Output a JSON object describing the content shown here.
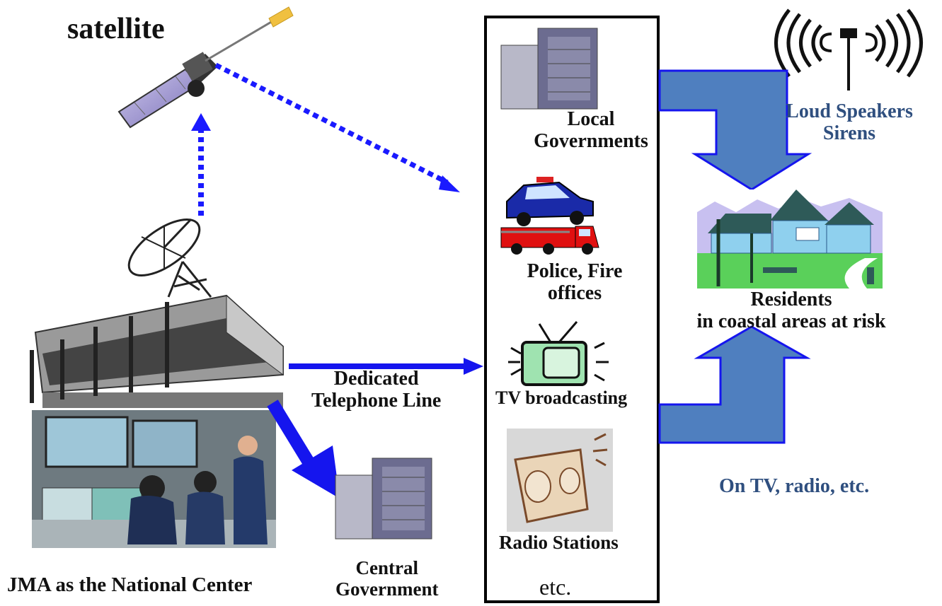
{
  "labels": {
    "satellite": "satellite",
    "jma": "JMA as the National Center",
    "dedicated_line": [
      "Dedicated",
      "Telephone Line"
    ],
    "central_gov": [
      "Central",
      "Government"
    ],
    "local_gov": [
      "Local",
      "Governments"
    ],
    "police_fire": [
      "Police, Fire",
      "offices"
    ],
    "tv": "TV broadcasting",
    "radio": "Radio Stations",
    "etc": "etc.",
    "loud_speakers": [
      "Loud Speakers",
      "Sirens"
    ],
    "residents": [
      "Residents",
      "in coastal areas at risk"
    ],
    "on_tv": "On TV, radio, etc."
  },
  "colors": {
    "dotted_arrow": "#1a1aff",
    "solid_arrow": "#1515ee",
    "big_arrow_fill": "#4f7fbf",
    "big_arrow_stroke": "#1515ee",
    "blue_text": "#2f4f7f",
    "box_border": "#000000"
  },
  "icons": [
    "satellite-icon",
    "dish-antenna-icon",
    "jma-building-icon",
    "control-room-photo",
    "office-building-icon",
    "police-car-icon",
    "fire-truck-icon",
    "tv-icon",
    "radio-icon",
    "loudspeaker-icon",
    "houses-icon"
  ]
}
